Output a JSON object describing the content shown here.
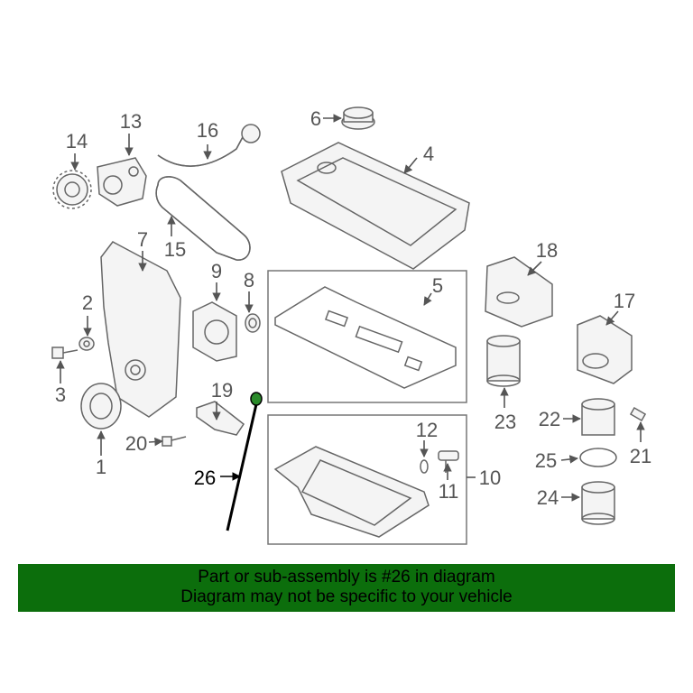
{
  "diagram": {
    "callouts": [
      "1",
      "2",
      "3",
      "4",
      "5",
      "6",
      "7",
      "8",
      "9",
      "10",
      "11",
      "12",
      "13",
      "14",
      "15",
      "16",
      "17",
      "18",
      "19",
      "20",
      "21",
      "22",
      "23",
      "24",
      "25",
      "26"
    ],
    "highlighted_part": "26"
  },
  "banner": {
    "line1": "Part or sub-assembly is #26 in diagram",
    "line2": "Diagram may not be specific to your vehicle",
    "background": "#0c6e0c"
  }
}
